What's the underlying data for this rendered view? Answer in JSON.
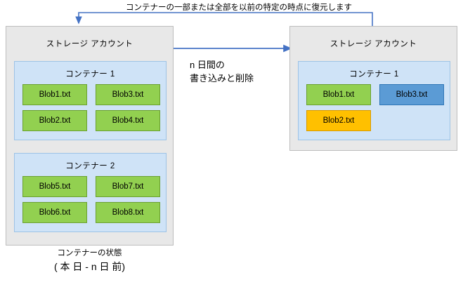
{
  "diagram": {
    "top_label": "コンテナーの一部または全部を以前の特定の時点に復元します",
    "middle_label_line1": "n 日間の",
    "middle_label_line2": "書き込みと削除",
    "left": {
      "account_title": "ストレージ アカウント",
      "containers": [
        {
          "title": "コンテナー 1",
          "blobs": [
            {
              "label": "Blob1.txt",
              "color": "green"
            },
            {
              "label": "Blob3.txt",
              "color": "green"
            },
            {
              "label": "Blob2.txt",
              "color": "green"
            },
            {
              "label": "Blob4.txt",
              "color": "green"
            }
          ]
        },
        {
          "title": "コンテナー 2",
          "blobs": [
            {
              "label": "Blob5.txt",
              "color": "green"
            },
            {
              "label": "Blob7.txt",
              "color": "green"
            },
            {
              "label": "Blob6.txt",
              "color": "green"
            },
            {
              "label": "Blob8.txt",
              "color": "green"
            }
          ]
        }
      ],
      "caption_line1": "コンテナーの状態",
      "caption_line2": "( 本 日 - n 日 前)"
    },
    "right": {
      "account_title": "ストレージ アカウント",
      "containers": [
        {
          "title": "コンテナー 1",
          "blobs": [
            {
              "label": "Blob1.txt",
              "color": "green"
            },
            {
              "label": "Blob3.txt",
              "color": "blue"
            },
            {
              "label": "Blob2.txt",
              "color": "orange"
            }
          ]
        }
      ]
    },
    "colors": {
      "account_fill": "#e8e8e8",
      "account_border": "#bdbdbd",
      "container_fill": "#cfe3f7",
      "container_border": "#9dc3e6",
      "blob_green": "#92d050",
      "blob_blue": "#5b9bd5",
      "blob_orange": "#ffc000",
      "arrow": "#4472c4",
      "arrow_top": "#4472c4"
    }
  }
}
